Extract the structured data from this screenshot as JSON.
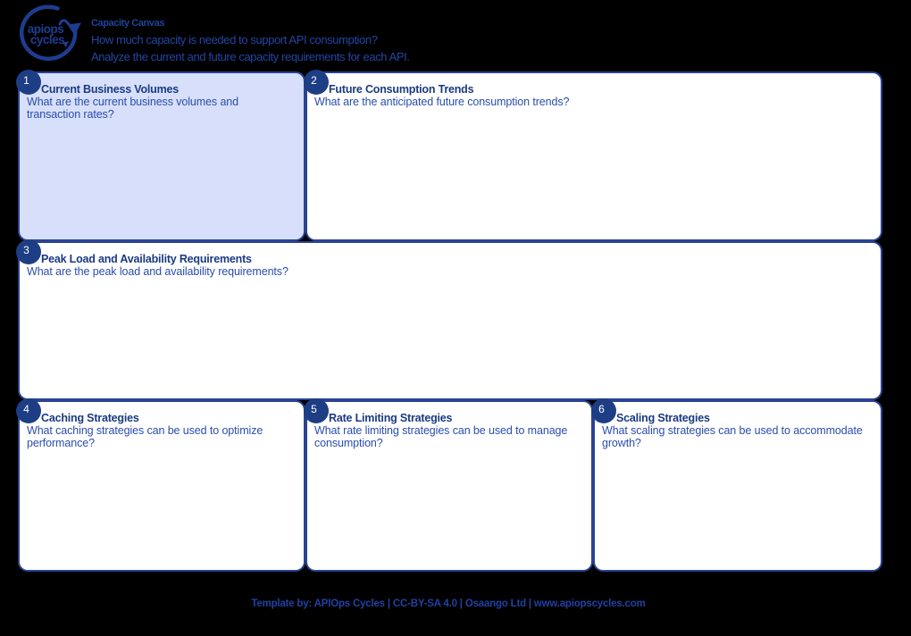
{
  "colors": {
    "background": "#000000",
    "card_border": "#2a4393",
    "card_background": "#ffffff",
    "highlight_card_background": "#d7dffa",
    "badge_background": "#1d3e85",
    "badge_text": "#ffffff",
    "card_title_text": "#1b3a80",
    "card_question_text": "#2b4dad",
    "header_text": "#2345a4",
    "footer_text": "#1f41a3"
  },
  "header": {
    "logo_line1": "apiops",
    "logo_line2": "cycles",
    "title": "Capacity Canvas",
    "subtitle1": "How much capacity is needed to support API consumption?",
    "subtitle2": "Analyze the current and future capacity requirements for each API."
  },
  "cards": [
    {
      "number": "1",
      "title": "Current Business Volumes",
      "question": "What are the current business volumes and transaction rates?",
      "highlighted": true
    },
    {
      "number": "2",
      "title": "Future Consumption Trends",
      "question": "What are the anticipated future consumption trends?",
      "highlighted": false
    },
    {
      "number": "3",
      "title": "Peak Load and Availability Requirements",
      "question": "What are the peak load and availability requirements?",
      "highlighted": false
    },
    {
      "number": "4",
      "title": "Caching Strategies",
      "question": "What caching strategies can be used to optimize performance?",
      "highlighted": false
    },
    {
      "number": "5",
      "title": "Rate Limiting Strategies",
      "question": "What rate limiting strategies can be used to manage consumption?",
      "highlighted": false
    },
    {
      "number": "6",
      "title": "Scaling Strategies",
      "question": "What scaling strategies can be used to accommodate growth?",
      "highlighted": false
    }
  ],
  "footer": {
    "text": "Template by: APIOps Cycles | CC-BY-SA 4.0 | Osaango Ltd | www.apiopscycles.com"
  }
}
